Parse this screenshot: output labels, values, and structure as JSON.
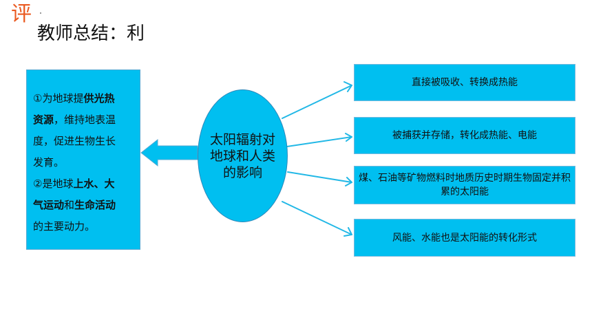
{
  "header": {
    "eval_char": "评",
    "title": "教师总结：利"
  },
  "left_box": {
    "line1_a": "①为地球提",
    "line1_b": "供光热",
    "line2_a": "资源",
    "line2_b": "，维持地表温",
    "line3": "度，促进生物生长",
    "line4": "发育。",
    "line5_a": "②是地球",
    "line5_b": "上水、大",
    "line6_a": "气运动",
    "line6_b": "和",
    "line6_c": "生命活动",
    "line7": "的主要动力。"
  },
  "center": {
    "text": "太阳辐射对地球和人类的影响"
  },
  "right_boxes": [
    "直接被吸收、转换成热能",
    "被捕获并存储，转化成热能、电能",
    "煤、石油等矿物燃料时地质历史时期生物固定并积累的太阳能",
    "风能、水能也是太阳能的转化形式"
  ],
  "colors": {
    "fill": "#00bff0",
    "arrow": "#22b8e6",
    "eval_char": "#ea5a21"
  }
}
